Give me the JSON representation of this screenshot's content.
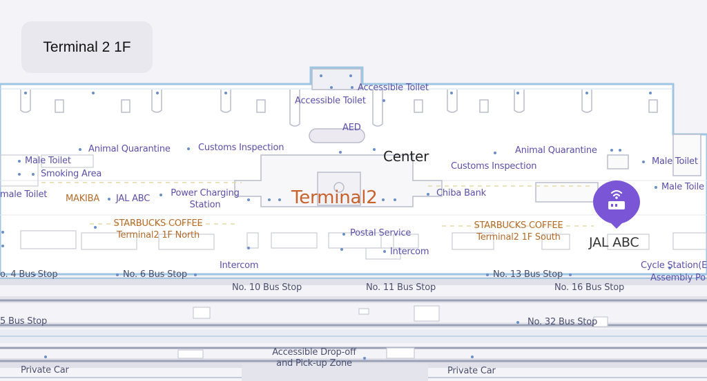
{
  "floor": {
    "label": "Terminal 2 1F"
  },
  "colors": {
    "accent": "#7a55d6",
    "floor_bg": "#f4f3f7",
    "building": "#ffffff",
    "outline": "#9ec6e2",
    "road": "#dfe0e7"
  },
  "pin": {
    "icon": "router-icon",
    "label": "JAL ABC"
  },
  "labels": {
    "accessible_toilet_1": "Accessible Toilet",
    "accessible_toilet_2": "Accessible Toilet",
    "aed": "AED",
    "animal_quarantine_w": "Animal Quarantine",
    "customs_inspection_w": "Customs Inspection",
    "center": "Center",
    "animal_quarantine_e": "Animal Quarantine",
    "customs_inspection_e": "Customs Inspection",
    "male_toilet_w": "Male Toilet",
    "smoking_area": "Smoking Area",
    "female_toilet": "male Toilet",
    "makiba": "MAKIBA",
    "jal_abc_small": "JAL ABC",
    "power_charging_1": "Power Charging",
    "power_charging_2": "Station",
    "terminal2": "Terminal2",
    "chiba_bank": "Chiba Bank",
    "male_toilet_e1": "Male Toilet",
    "male_toilet_e2": "Male Toile",
    "starbucks_n_1": "STARBUCKS COFFEE",
    "starbucks_n_2": "Terminal2 1F North",
    "postal_service": "Postal Service",
    "starbucks_s_1": "STARBUCKS COFFEE",
    "starbucks_s_2": "Terminal2 1F South",
    "intercom_w": "Intercom",
    "intercom_e": "Intercom",
    "cycle_station_1": "Cycle Station(E",
    "cycle_station_2": "Assembly Po",
    "bus_4": "o. 4 Bus Stop",
    "bus_6": "No. 6 Bus Stop",
    "bus_10": "No. 10 Bus Stop",
    "bus_11": "No. 11 Bus Stop",
    "bus_13": "No. 13 Bus Stop",
    "bus_16": "No. 16 Bus Stop",
    "bus_5": "5 Bus Stop",
    "bus_32": "No. 32 Bus Stop",
    "dropoff_1": "Accessible Drop-off",
    "dropoff_2": "and Pick-up Zone",
    "private_car_w": "Private Car",
    "private_car_e": "Private Car"
  }
}
